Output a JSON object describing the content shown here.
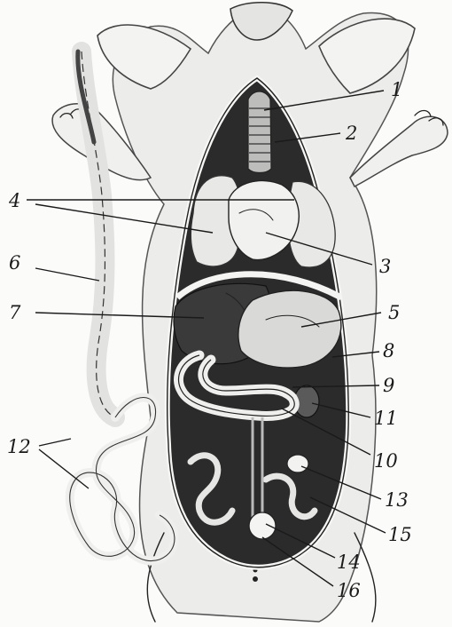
{
  "diagram": {
    "subject": "rat-dissection",
    "labels": [
      "1",
      "2",
      "3",
      "4",
      "5",
      "6",
      "7",
      "8",
      "9",
      "10",
      "11",
      "12",
      "13",
      "14",
      "15",
      "16"
    ]
  }
}
